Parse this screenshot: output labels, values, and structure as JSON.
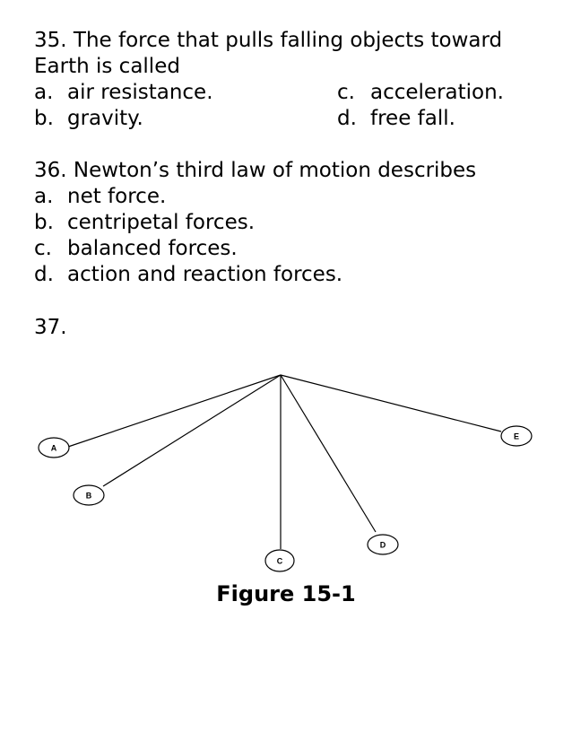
{
  "q35": {
    "line1": "35. The force that pulls falling objects toward",
    "line2": "Earth is called",
    "options": [
      {
        "letter": "a.",
        "text": "air resistance."
      },
      {
        "letter": "b.",
        "text": "gravity."
      },
      {
        "letter": "c.",
        "text": "acceleration."
      },
      {
        "letter": "d.",
        "text": "free fall."
      }
    ]
  },
  "q36": {
    "stem": "36. Newton’s third law of motion describes",
    "options": [
      {
        "letter": "a.",
        "text": "net force."
      },
      {
        "letter": "b.",
        "text": "centripetal forces."
      },
      {
        "letter": "c.",
        "text": "balanced forces."
      },
      {
        "letter": "d.",
        "text": "action and reaction forces."
      }
    ]
  },
  "q37": {
    "number": "37.",
    "figure_caption": "Figure 15-1",
    "nodes": [
      {
        "label": "A"
      },
      {
        "label": "B"
      },
      {
        "label": "C"
      },
      {
        "label": "D"
      },
      {
        "label": "E"
      }
    ]
  }
}
